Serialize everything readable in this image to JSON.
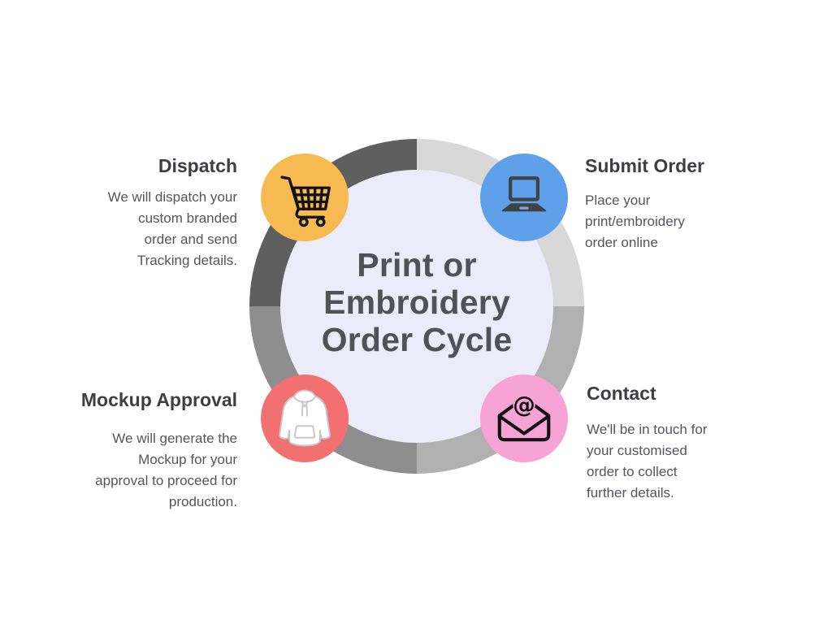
{
  "title": {
    "lines": [
      "Print or",
      "Embroidery",
      "Order Cycle"
    ]
  },
  "sections": [
    {
      "id": "dispatch",
      "heading": "Dispatch",
      "body_lines": [
        "We will dispatch your",
        "custom branded",
        "order and send",
        "Tracking details."
      ],
      "icon": "shopping-cart-icon",
      "circle_color": "#F7BA50"
    },
    {
      "id": "submit-order",
      "heading": "Submit Order",
      "body_lines": [
        "Place your",
        "print/embroidery",
        "order online"
      ],
      "icon": "laptop-icon",
      "circle_color": "#5FA0EA"
    },
    {
      "id": "mockup-approval",
      "heading": "Mockup Approval",
      "body_lines": [
        "We will generate the",
        "Mockup for your",
        "approval to proceed for",
        "production."
      ],
      "icon": "hoodie-icon",
      "circle_color": "#F37070"
    },
    {
      "id": "contact",
      "heading": "Contact",
      "body_lines": [
        "We'll be in touch for",
        "your customised",
        "order to collect",
        "further details."
      ],
      "icon": "email-at-icon",
      "circle_color": "#F7A3D5"
    }
  ],
  "colors": {
    "page_bg": "#FFFFFF",
    "ring_dark": "#5F5F5F",
    "ring_light": "#D8D8D8",
    "ring_mid": "#B1B1B1",
    "ring_mid_dark": "#8E8E8E",
    "center_bg": "#ECEBF9",
    "accent_orange": "#F7BA50",
    "accent_blue": "#5FA0EA",
    "accent_red": "#F37070",
    "accent_pink": "#F7A3D5",
    "title_color": "#515158",
    "heading_color": "#3E3E44",
    "body_color": "#55555B",
    "icon_black": "#121212",
    "icon_dark": "#3E4347",
    "laptop_notch": "#7FA9DE",
    "hoodie_stroke": "#C6C6CE"
  }
}
